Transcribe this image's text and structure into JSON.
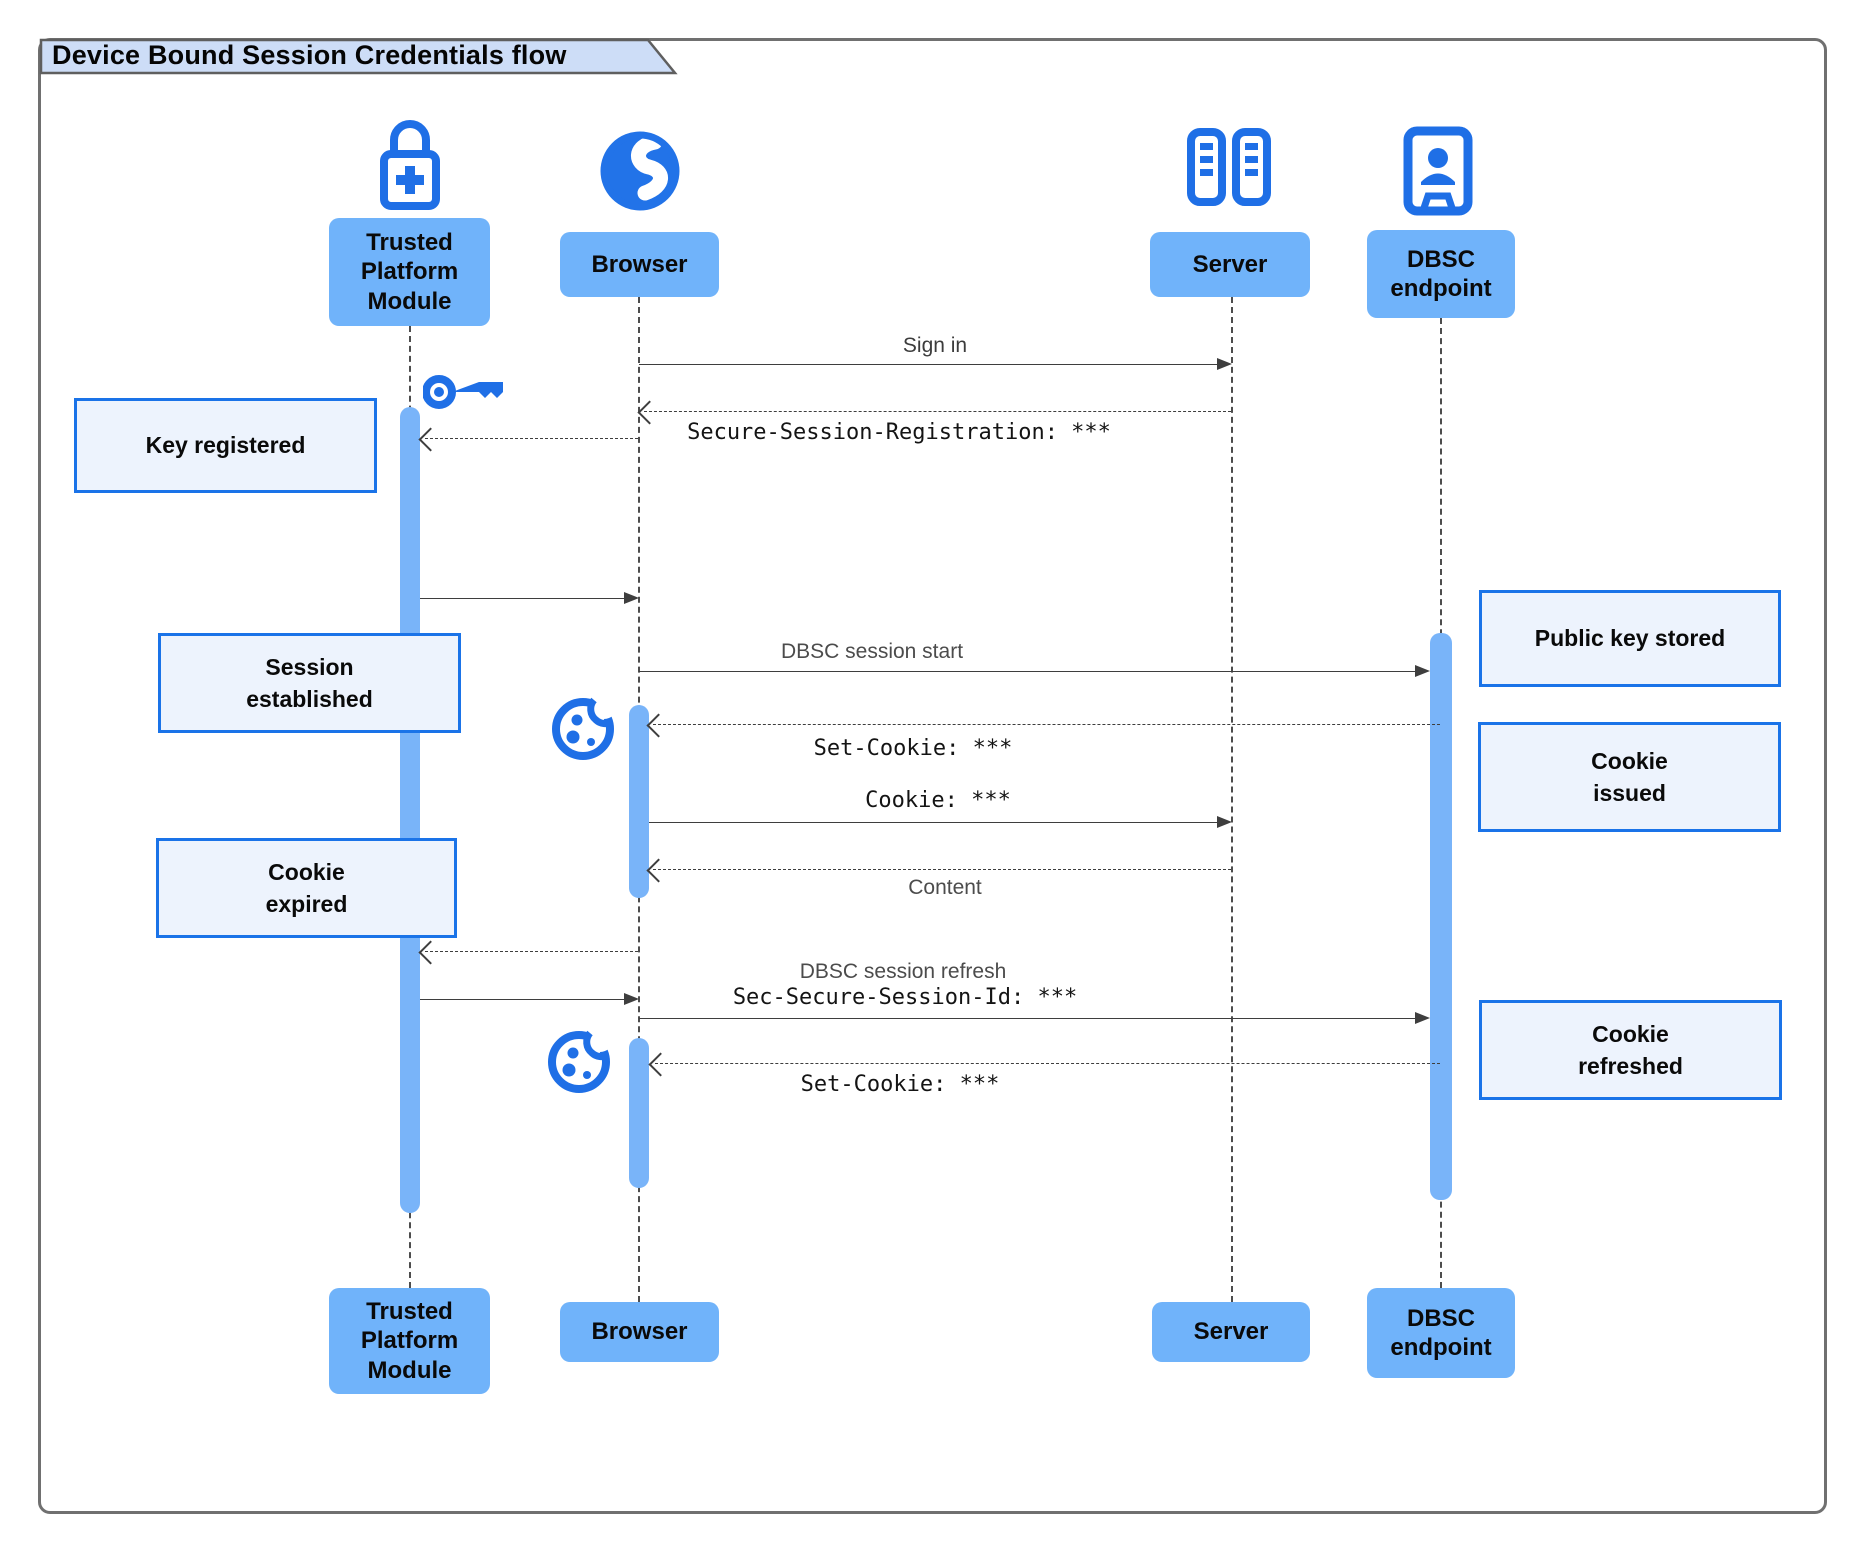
{
  "title": "Device Bound Session Credentials flow",
  "participants": {
    "tpm": {
      "label": "Trusted Platform Module"
    },
    "browser": {
      "label": "Browser"
    },
    "server": {
      "label": "Server"
    },
    "dbsc": {
      "label": "DBSC endpoint"
    }
  },
  "messages": {
    "sign_in": "Sign in",
    "secure_session_registration": "Secure-Session-Registration: ***",
    "dbsc_session_start": "DBSC session start",
    "set_cookie_1": "Set-Cookie: ***",
    "cookie": "Cookie: ***",
    "content": "Content",
    "dbsc_session_refresh": "DBSC session refresh",
    "sec_secure_session_id": "Sec-Secure-Session-Id: ***",
    "set_cookie_2": "Set-Cookie: ***"
  },
  "notes": {
    "key_registered": {
      "lines": [
        "Key registered"
      ]
    },
    "session_established": {
      "lines": [
        "Session",
        "established"
      ]
    },
    "cookie_expired": {
      "lines": [
        "Cookie",
        "expired"
      ]
    },
    "public_key_stored": {
      "lines": [
        "Public key stored"
      ]
    },
    "cookie_issued": {
      "lines": [
        "Cookie",
        "issued"
      ]
    },
    "cookie_refreshed": {
      "lines": [
        "Cookie",
        "refreshed"
      ]
    }
  },
  "colors": {
    "accent_blue": "#1a73e8",
    "participant_fill": "#70b3fa",
    "activation_fill": "#79b4f9",
    "note_fill": "#edf3fd",
    "title_tab_fill": "#cdddf7"
  }
}
